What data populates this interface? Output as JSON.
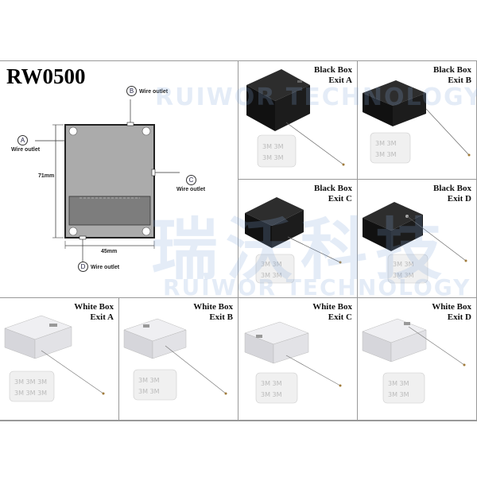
{
  "title": "RW0500",
  "diagram": {
    "wire_outlet": "Wire outlet",
    "markers": [
      "A",
      "B",
      "C",
      "D"
    ],
    "dim_height": "71mm",
    "dim_width": "45mm"
  },
  "cells": [
    {
      "line1": "Black Box",
      "line2": "Exit A"
    },
    {
      "line1": "Black Box",
      "line2": "Exit B"
    },
    {
      "line1": "Black Box",
      "line2": "Exit C"
    },
    {
      "line1": "Black Box",
      "line2": "Exit D"
    },
    {
      "line1": "White Box",
      "line2": "Exit A"
    },
    {
      "line1": "White Box",
      "line2": "Exit B"
    },
    {
      "line1": "White Box",
      "line2": "Exit C"
    },
    {
      "line1": "White Box",
      "line2": "Exit D"
    }
  ],
  "watermark": {
    "cjk": "瑞沃科技",
    "latin": "RUIWOR TECHNOLOGY"
  },
  "colors": {
    "black_box": "#1c1c1c",
    "white_box": "#e8e8ec",
    "pad": "#f0f0f0",
    "watermark": "#82aadc"
  }
}
